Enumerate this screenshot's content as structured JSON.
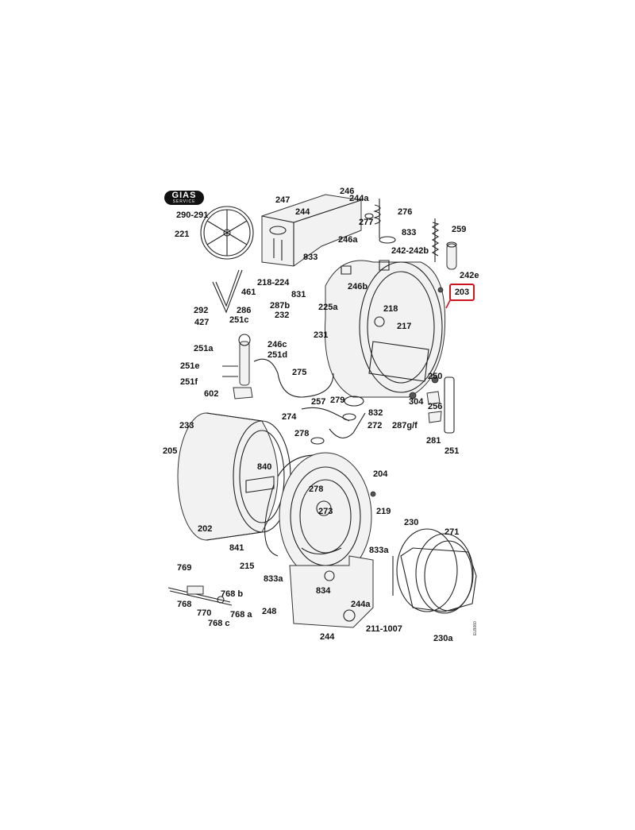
{
  "logo": {
    "brand": "GIAS",
    "sub": "SERVICE"
  },
  "doc_code": "ELB060",
  "highlighted_part": "203",
  "highlight_color": "#d0141e",
  "labels": {
    "p247": "247",
    "p246": "246",
    "p244a_top": "244a",
    "p244_top": "244",
    "p276": "276",
    "p277": "277",
    "p833_top": "833",
    "p259": "259",
    "p246a": "246a",
    "p290_291": "290-291",
    "p221": "221",
    "p833_mid": "833",
    "p242_242b": "242-242b",
    "p242e": "242e",
    "p218_224": "218-224",
    "p246b": "246b",
    "p461": "461",
    "p831": "831",
    "p287b": "287b",
    "p225a": "225a",
    "p218": "218",
    "p292": "292",
    "p286": "286",
    "p232": "232",
    "p427": "427",
    "p251c": "251c",
    "p217": "217",
    "p231": "231",
    "p251a": "251a",
    "p246c": "246c",
    "p251d": "251d",
    "p251e": "251e",
    "p275": "275",
    "p251f": "251f",
    "p250": "250",
    "p602": "602",
    "p257": "257",
    "p279": "279",
    "p304": "304",
    "p256": "256",
    "p832": "832",
    "p274": "274",
    "p272": "272",
    "p287gf": "287g/f",
    "p281": "281",
    "p251": "251",
    "p233": "233",
    "p278_a": "278",
    "p205": "205",
    "p840": "840",
    "p204": "204",
    "p278_b": "278",
    "p219": "219",
    "p273": "273",
    "p230": "230",
    "p271": "271",
    "p202": "202",
    "p841": "841",
    "p833a_r": "833a",
    "p215": "215",
    "p769": "769",
    "p833a_l": "833a",
    "p834": "834",
    "p768b": "768 b",
    "p768": "768",
    "p244a_bot": "244a",
    "p248": "248",
    "p770": "770",
    "p768a": "768 a",
    "p768c": "768 c",
    "p211_1007": "211-1007",
    "p244_bot": "244",
    "p230a": "230a"
  }
}
